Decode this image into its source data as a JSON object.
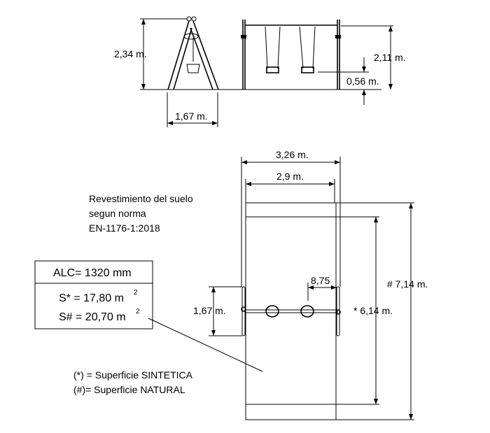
{
  "side_view": {
    "height_label": "2,34 m.",
    "width_label": "1,67 m."
  },
  "front_view": {
    "height_label": "2,11 m.",
    "seat_height_label": "0,56 m."
  },
  "plan_view": {
    "outer_width_label": "3,26 m.",
    "inner_width_label": "2,9 m.",
    "natural_length_label": "# 7,14 m.",
    "synthetic_length_label": "* 6,14 m.",
    "post_width_label": "1,67 m.",
    "offset_label": "8,75"
  },
  "note": {
    "line1": "Revestimiento del suelo",
    "line2": "segun norma",
    "line3": "EN-1176-1:2018"
  },
  "table": {
    "alc": "ALC= 1320 mm",
    "s_synth": "S* = 17,80 m",
    "s_nat": "S# = 20,70 m",
    "unit_exp": "2"
  },
  "legend": {
    "synthetic": "(*) =  Superficie SINTETICA",
    "natural": "(#)=   Superficie NATURAL"
  }
}
